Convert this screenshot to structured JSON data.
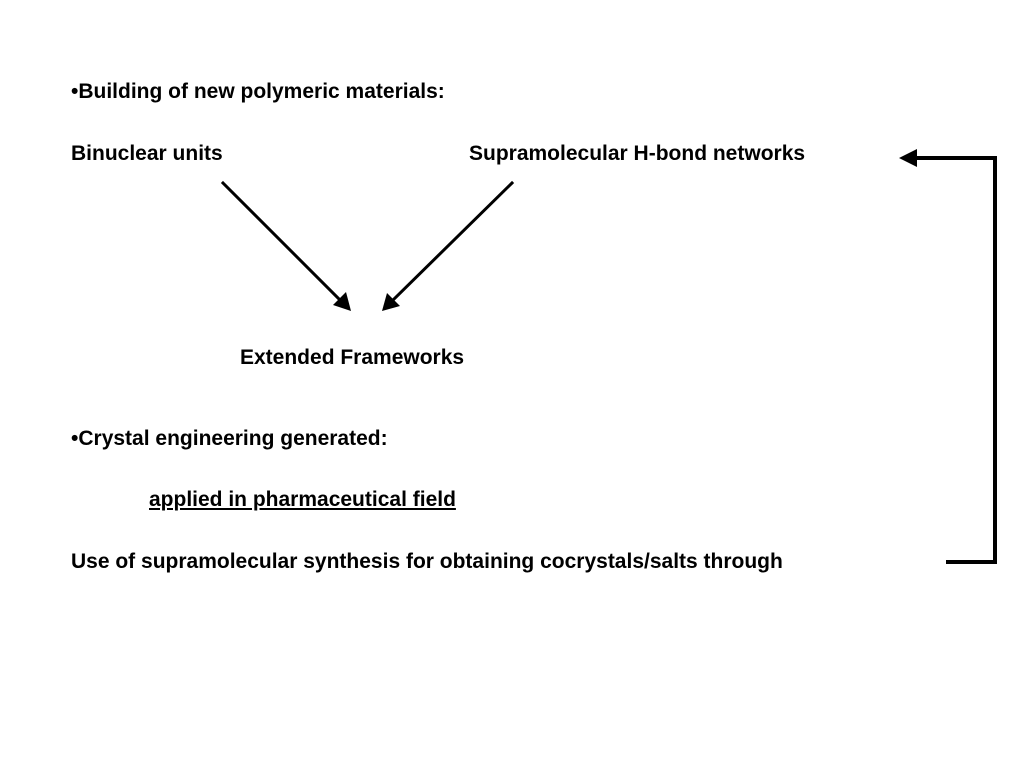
{
  "bullet_1": {
    "marker": "•",
    "text": "Building of new polymeric materials:"
  },
  "binuclear_units": "Binuclear units",
  "supramolecular_networks": "Supramolecular H-bond networks",
  "extended_frameworks": "Extended Frameworks",
  "bullet_2": {
    "marker": "•",
    "text": "Crystal engineering generated:"
  },
  "applied_field": "applied in pharmaceutical field",
  "supramolecular_synthesis": "Use of supramolecular synthesis for obtaining cocrystals/salts through",
  "colors": {
    "text": "#000000",
    "background": "#ffffff",
    "arrows": "#000000"
  }
}
